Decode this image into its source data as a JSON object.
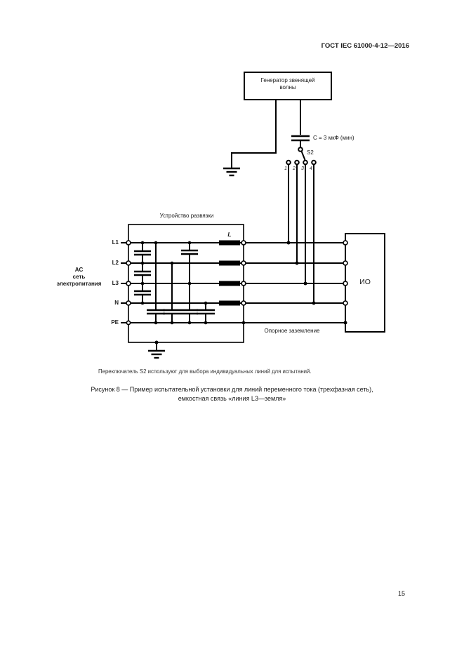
{
  "header": {
    "title": "ГОСТ IEC 61000-4-12—2016"
  },
  "diagram": {
    "generator": {
      "label": "Генератор звенящей\nволны"
    },
    "capacitor": {
      "label": "C = 3 мкФ (мин)"
    },
    "switch": {
      "label": "S2",
      "contacts": [
        "1",
        "2",
        "3",
        "4"
      ]
    },
    "decoupling": {
      "label": "Устройство развязки",
      "inductor_label": "L"
    },
    "mains": {
      "label": "AC\nсеть\nэлектропитания",
      "lines": [
        "L1",
        "L2",
        "L3",
        "N",
        "PE"
      ]
    },
    "eut": {
      "label": "ИО"
    },
    "reference_ground": {
      "label": "Опорное заземление"
    },
    "colors": {
      "line": "#000000",
      "background": "#ffffff"
    }
  },
  "note": {
    "text": "Переключатель S2 используют для выбора индивидуальных линий для испытаний."
  },
  "caption": {
    "line1": "Рисунок 8 — Пример испытательной установки для линий переменного тока (трехфазная сеть),",
    "line2": "емкостная связь «линия L3—земля»"
  },
  "page": {
    "number": "15"
  }
}
